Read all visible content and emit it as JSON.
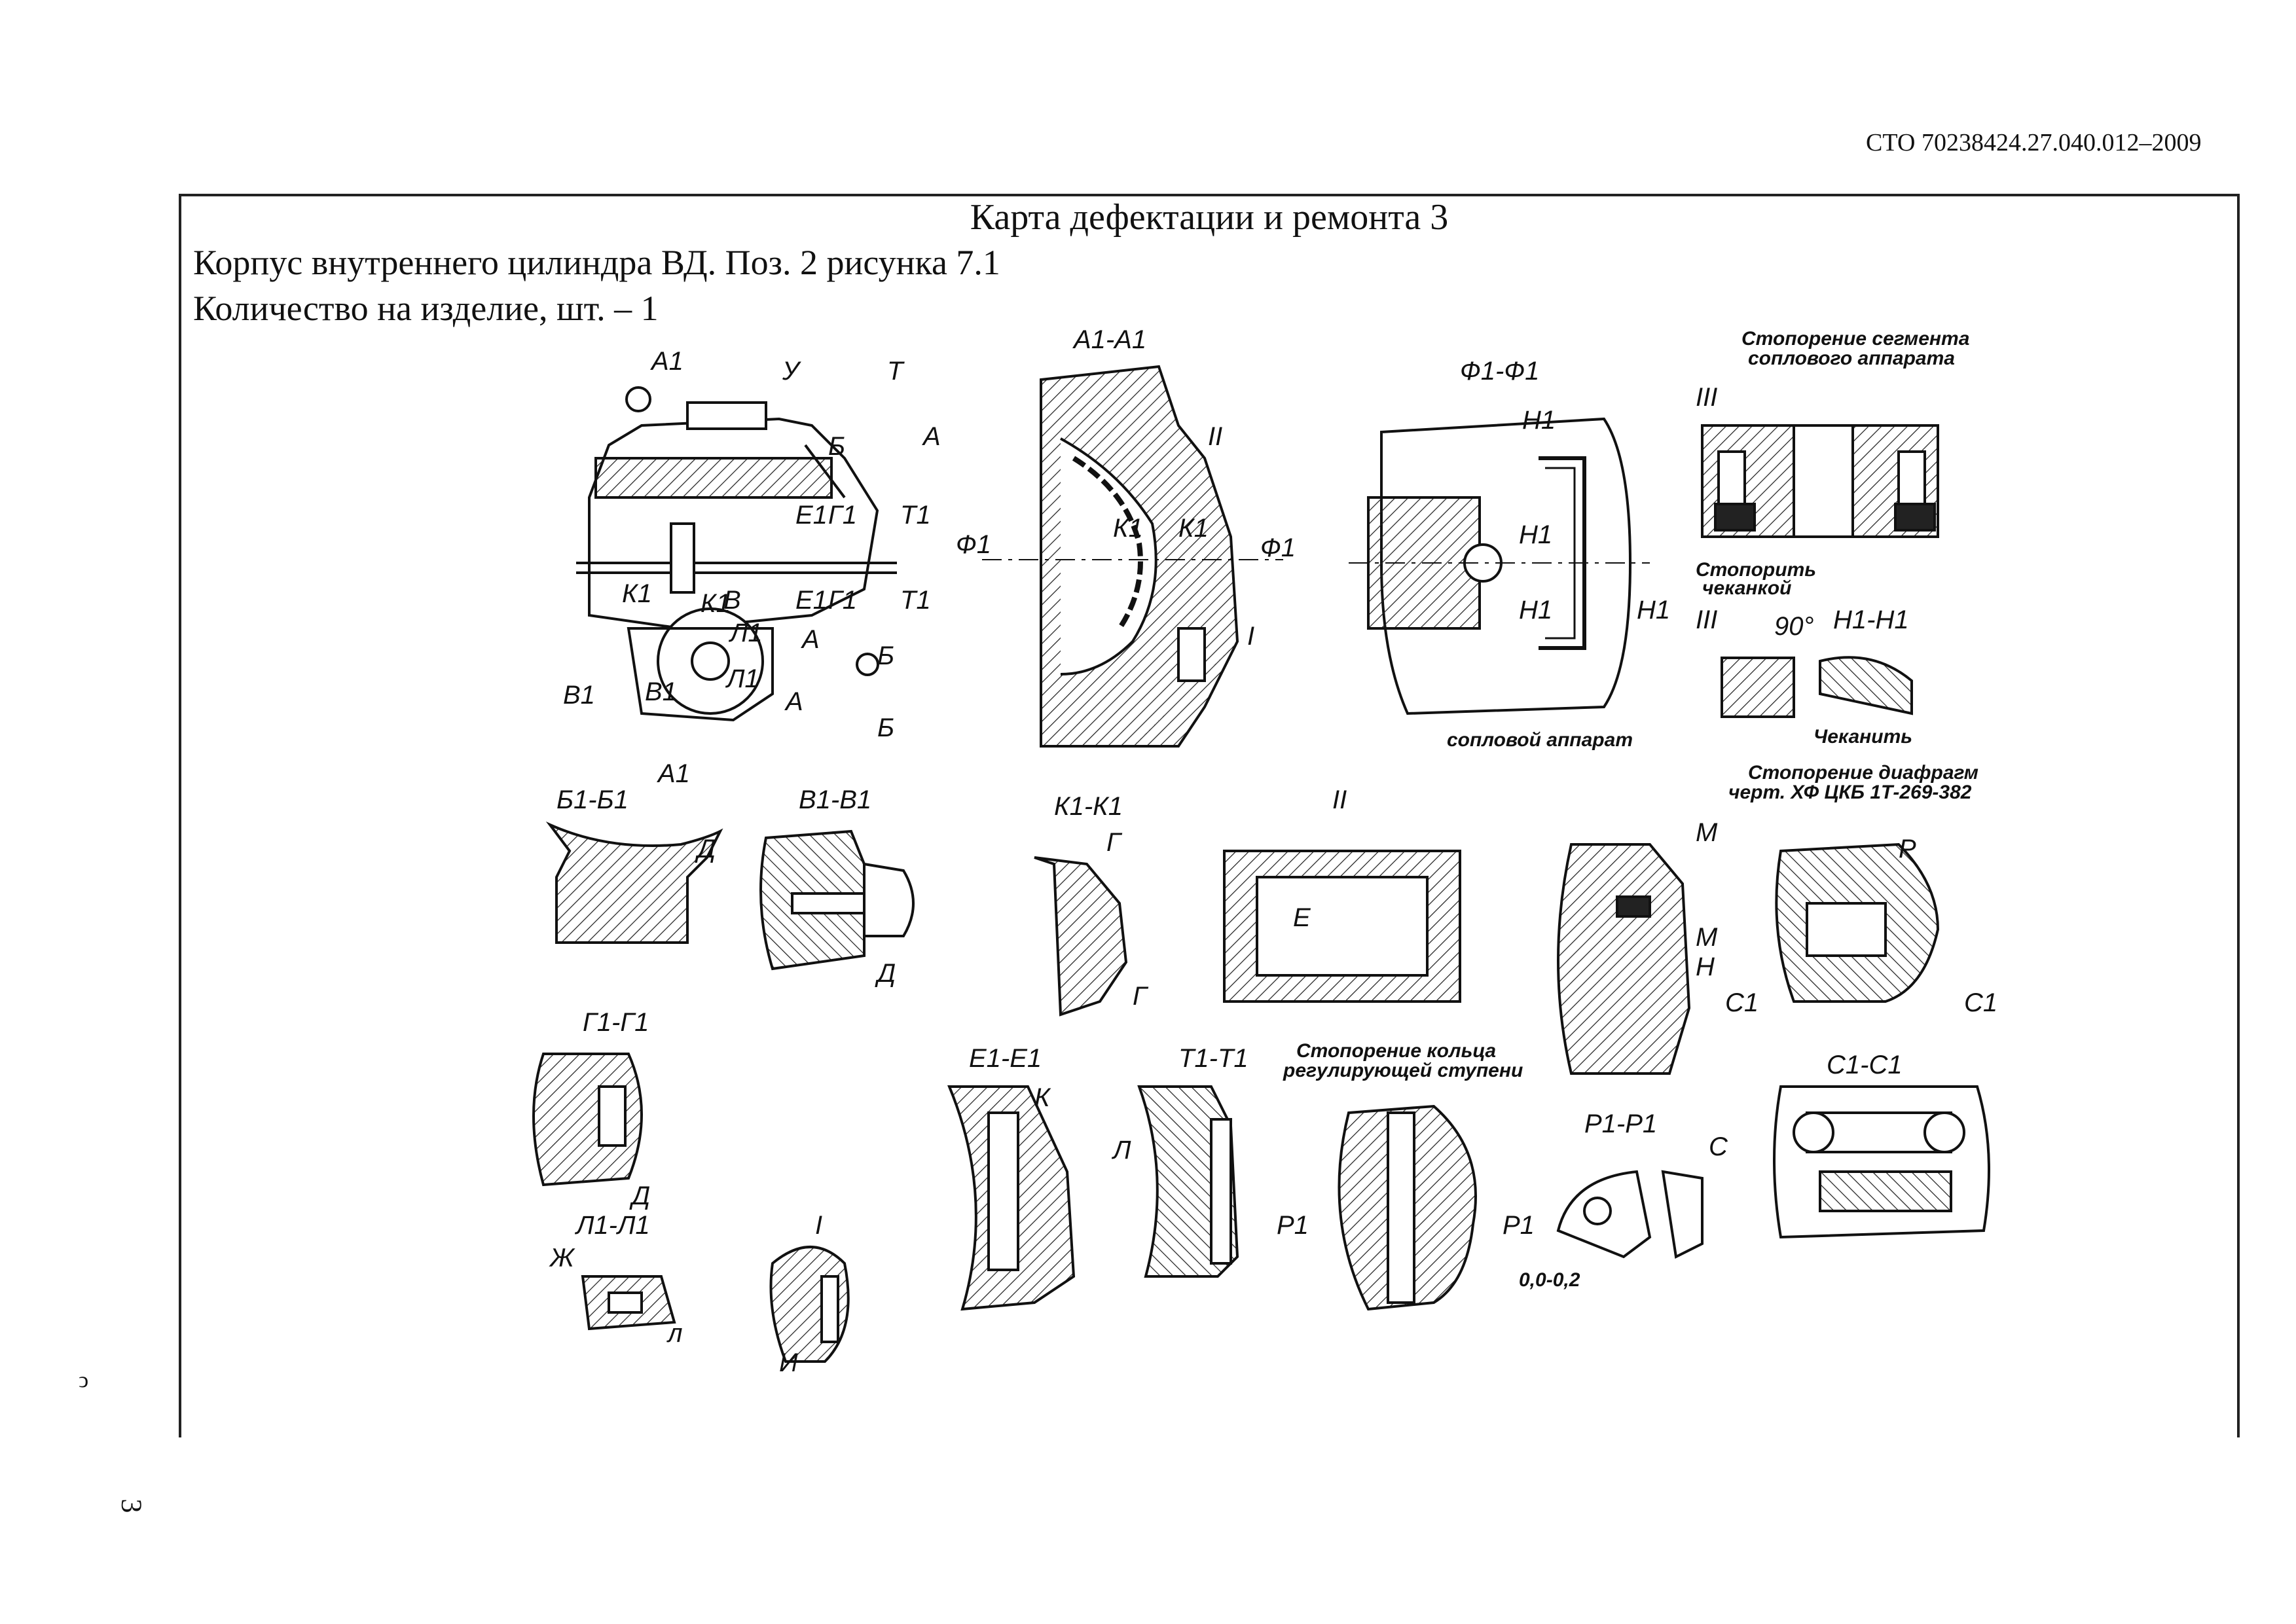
{
  "header": {
    "doc_code": "СТО 70238424.27.040.012–2009"
  },
  "card": {
    "title": "Карта дефектации и ремонта 3",
    "subtitle": "Корпус внутреннего цилиндра ВД. Поз. 2 рисунка 7.1",
    "quantity": "Количество на изделие, шт. – 1"
  },
  "margin": {
    "mark": "ͻ",
    "page_number": "3"
  },
  "drawing": {
    "section_labels": {
      "a1a1": "А1-А1",
      "f1f1": "Ф1-Ф1",
      "b1b1": "Б1-Б1",
      "v1v1": "В1-В1",
      "k1k1": "К1-К1",
      "ii": "II",
      "g1g1": "Г1-Г1",
      "e1e1": "Е1-Е1",
      "t1t1": "Т1-Т1",
      "l1l1": "Л1-Л1",
      "i": "I",
      "r1r1": "Р1-Р1",
      "c1c1": "С1-С1",
      "iii": "III",
      "n1n1": "Н1-Н1"
    },
    "notes": {
      "segment_lock_1": "Стопорение сегмента",
      "segment_lock_2": "соплового аппарата",
      "stake_1": "Стопорить",
      "stake_2": "чеканкой",
      "nozzle": "сопловой аппарат",
      "stake_word": "Чеканить",
      "diaphragm_1": "Стопорение диафрагм",
      "diaphragm_2": "черт. ХФ ЦКБ 1Т-269-382",
      "ring_1": "Стопорение кольца",
      "ring_2": "регулирующей ступени",
      "angle": "90°",
      "gap": "0,0-0,2"
    },
    "letters": {
      "a1": "А1",
      "u": "У",
      "t": "Т",
      "b": "Б",
      "a": "А",
      "e1": "Е1",
      "g1": "Г1",
      "t1": "Т1",
      "k1": "К1",
      "v": "В",
      "l1": "Л1",
      "v1": "В1",
      "f1": "Ф1",
      "n1": "Н1",
      "d": "Д",
      "g": "Г",
      "e": "Е",
      "m": "М",
      "n": "Н",
      "r": "Р",
      "c1": "С1",
      "k": "К",
      "l": "Л",
      "p1": "Р1",
      "c": "С",
      "zh": "Ж",
      "l_small": "л",
      "i_letter": "И"
    }
  }
}
